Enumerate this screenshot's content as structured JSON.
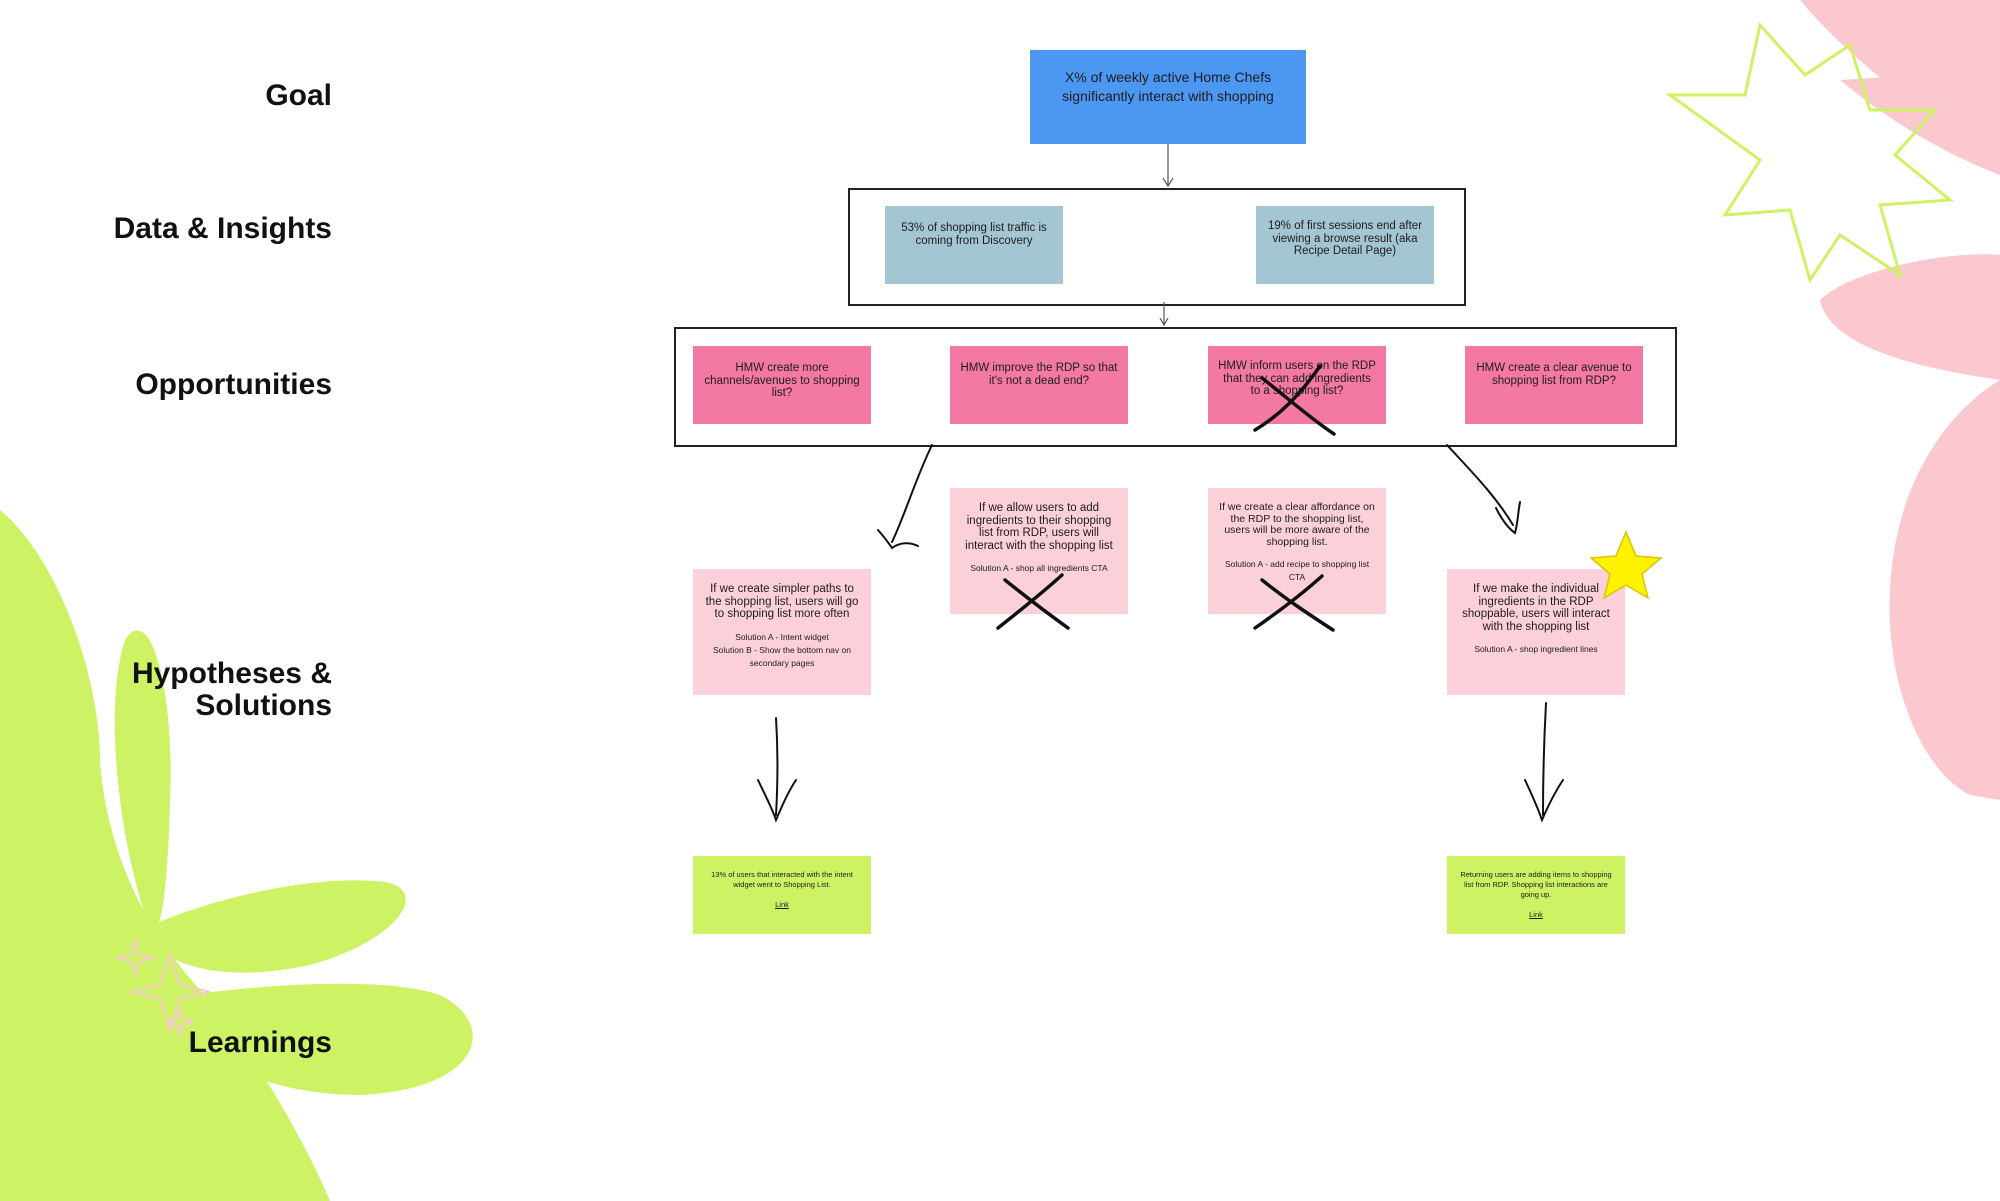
{
  "labels": {
    "goal": "Goal",
    "data_insights": "Data & Insights",
    "opportunities": "Opportunities",
    "hypotheses_line1": "Hypotheses &",
    "hypotheses_line2": "Solutions",
    "learnings": "Learnings"
  },
  "goal": {
    "text": "X% of weekly active Home Chefs significantly interact with shopping"
  },
  "insights": [
    {
      "text": "53% of shopping list traffic is coming from Discovery"
    },
    {
      "text": "19% of first sessions end after viewing a browse result (aka Recipe Detail Page)"
    }
  ],
  "opportunities": [
    {
      "text": "HMW create more channels/avenues to shopping list?",
      "crossed": false
    },
    {
      "text": "HMW improve the RDP so that it's not a dead end?",
      "crossed": false
    },
    {
      "text": "HMW inform users on the RDP that they can add ingredients to a shopping list?",
      "crossed": true
    },
    {
      "text": "HMW create a clear avenue to shopping list from RDP?",
      "crossed": false
    }
  ],
  "hypotheses": [
    {
      "text": "If we create simpler paths to the shopping list, users will go to shopping list more often",
      "solution_a": "Solution A - Intent widget",
      "solution_b": "Solution B - Show the bottom nav on secondary pages"
    },
    {
      "text": "If we allow users to add ingredients to their shopping list from RDP, users will interact with the shopping list",
      "solution_a": "Solution A - shop all ingredients CTA",
      "crossed": true
    },
    {
      "text": "If we create a clear affordance on the RDP to the shopping list, users will be more aware of the shopping list.",
      "solution_a": "Solution A - add recipe to shopping list CTA",
      "crossed": true
    },
    {
      "text": "If we make the individual ingredients in the RDP shoppable, users will interact with the shopping list",
      "solution_a": "Solution A - shop ingredient lines",
      "starred": true
    }
  ],
  "learnings": [
    {
      "text": "13% of users that interacted with the intent widget went to Shopping List.",
      "link": "Link"
    },
    {
      "text": "Returning users are adding items to shopping list from RDP. Shopping list interactions are going up.",
      "link": "Link"
    }
  ],
  "colors": {
    "goal": "#4b97f2",
    "insight": "#a4c6d3",
    "opportunity": "#f478a4",
    "hypothesis": "#fbd0d8",
    "learning": "#cdf263",
    "deco_green": "#cdf263",
    "deco_pink": "#fcc8cf",
    "star": "#fff200"
  }
}
